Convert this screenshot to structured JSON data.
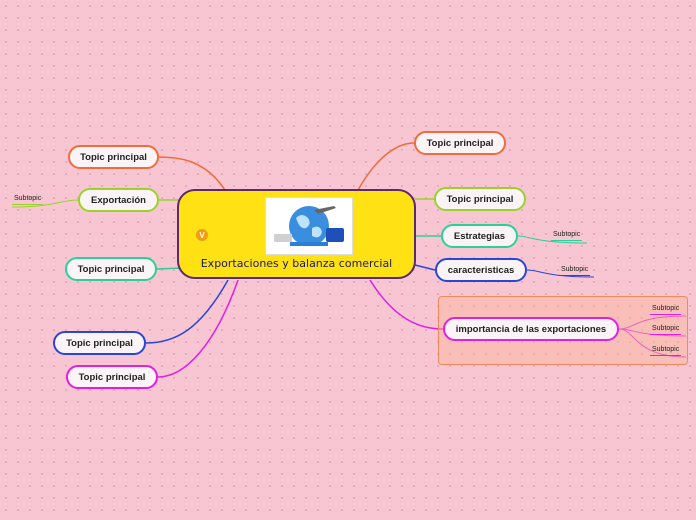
{
  "central": {
    "title": "Exportaciones y balanza comercial",
    "badge": "V",
    "image": "world-trade-image"
  },
  "nodes": {
    "left_top": "Topic principal",
    "left_exportacion": "Exportación",
    "left_middle": "Topic principal",
    "left_blue": "Topic principal",
    "left_magenta": "Topic principal",
    "right_top": "Topic principal",
    "right_green": "Topic principal",
    "right_estrategias": "Estrategias",
    "right_caracteristicas": "caracteristicas",
    "right_importancia": "importancia de las exportaciones"
  },
  "subtopics": {
    "exportacion": "Subtopic",
    "estrategias": "Subtopic",
    "caracteristicas": "Subtopic",
    "importancia": [
      "Subtopic",
      "Subtopic",
      "Subtopic"
    ]
  },
  "colors": {
    "orange": "#f26b3a",
    "lime": "#9ad22b",
    "teal": "#2ccf9a",
    "blue": "#2a45d6",
    "magenta": "#e21ee0",
    "central": "#ffe114"
  }
}
